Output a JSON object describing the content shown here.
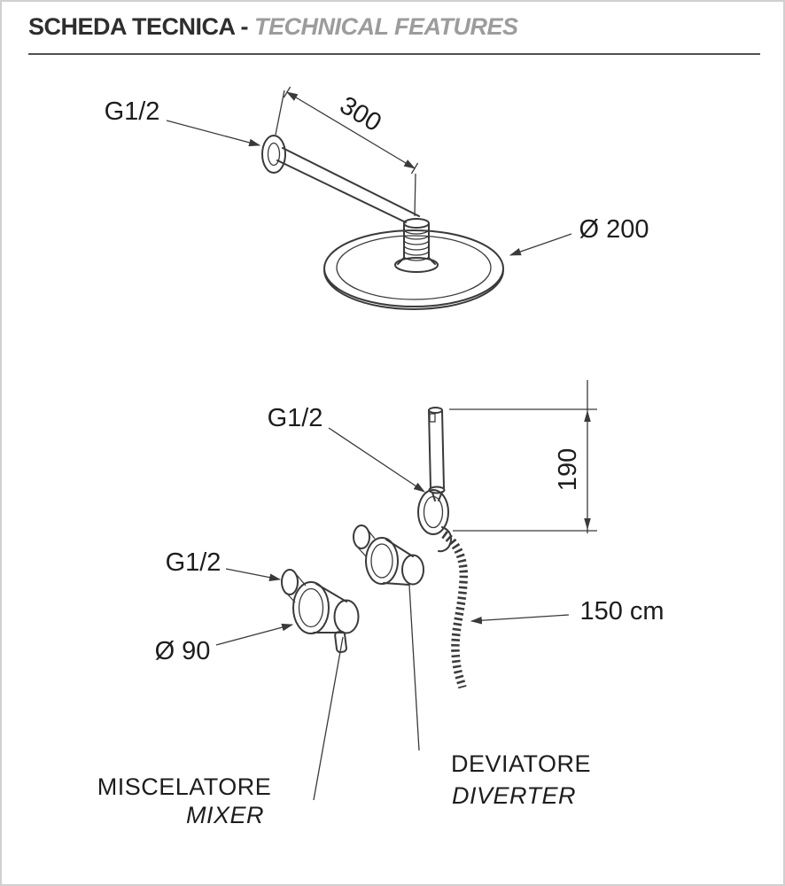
{
  "header": {
    "title_main": "SCHEDA TECNICA -",
    "title_sub": "TECHNICAL FEATURES"
  },
  "top_view": {
    "thread_label": "G1/2",
    "arm_length": "300",
    "head_diameter": "Ø 200"
  },
  "bottom_view": {
    "handshower_thread_label": "G1/2",
    "handshower_height": "190",
    "hose_length": "150 cm",
    "mixer_thread_label": "G1/2",
    "mixer_diameter": "Ø 90",
    "labels": {
      "mixer_it": "MISCELATORE",
      "mixer_en": "MIXER",
      "diverter_it": "DEVIATORE",
      "diverter_en": "DIVERTER"
    }
  }
}
